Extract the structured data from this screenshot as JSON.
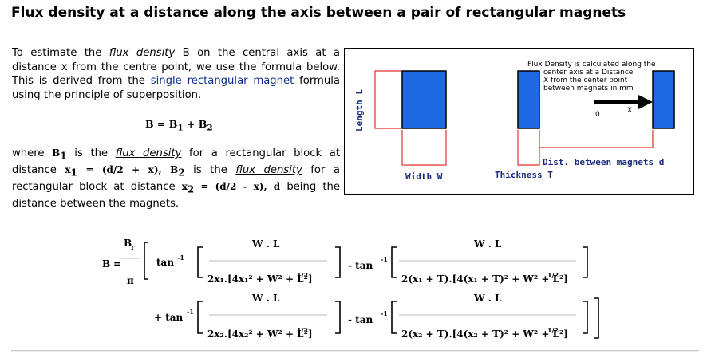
{
  "page": {
    "title": "Flux density at a distance along the axis between a pair of rectangular magnets"
  },
  "intro": {
    "t1": "To estimate the ",
    "link_flux": "flux density",
    "t2": " B on the central axis at a distance x from the centre point, we use the formula below. This is derived from the ",
    "link_single": "single rectangular magnet",
    "t3": " formula using the principle of superposition."
  },
  "equation_superposition": "B = B",
  "eq_sub1": "1",
  "eq_plus": " + B",
  "eq_sub2": "2",
  "where": {
    "w1": "where ",
    "b1": "B",
    "b1sub": "1",
    "w2": " is the ",
    "link1": "flux density",
    "w3": " for a rectangular block at distance ",
    "x1": "x",
    "x1sub": "1",
    "x1def": " = (d/2 + x), ",
    "b2": "B",
    "b2sub": "2",
    "w4": " is the ",
    "link2": "flux density",
    "w5": " for a rectangular block at distance ",
    "x2": "x",
    "x2sub": "2",
    "x2def": " = (d/2 - x), ",
    "d": "d",
    "w6": " being the distance between the magnets."
  },
  "diagram": {
    "length_label": "Length L",
    "width_label": "Width W",
    "thickness_label": "Thickness T",
    "distance_label": "Dist. between magnets d",
    "note_lines": [
      "Flux Density is calculated along the",
      "center axis at a Distance",
      "X from the center point",
      "between magnets in mm"
    ],
    "zero_label": "0",
    "x_label": "X",
    "colors": {
      "magnet": "#1f6ae0",
      "dimension": "#e03030",
      "label": "#1a2a80"
    }
  },
  "formula": {
    "B": "B",
    "eq": "=",
    "Br": "B",
    "r": "r",
    "pi": "π",
    "tan": "tan",
    "inv": "-1",
    "plus_tan": "+ tan",
    "minus_tan": "- tan",
    "num": "W . L",
    "den1": "2x₁.[4x₁² + W² + L²]",
    "den2": "2(x₁ + T).[4(x₁ + T)² + W² + L²]",
    "den3": "2x₂.[4x₂² + W² + L²]",
    "den4": "2(x₂ + T).[4(x₂ + T)² + W² + L²]",
    "half": "1/2"
  }
}
